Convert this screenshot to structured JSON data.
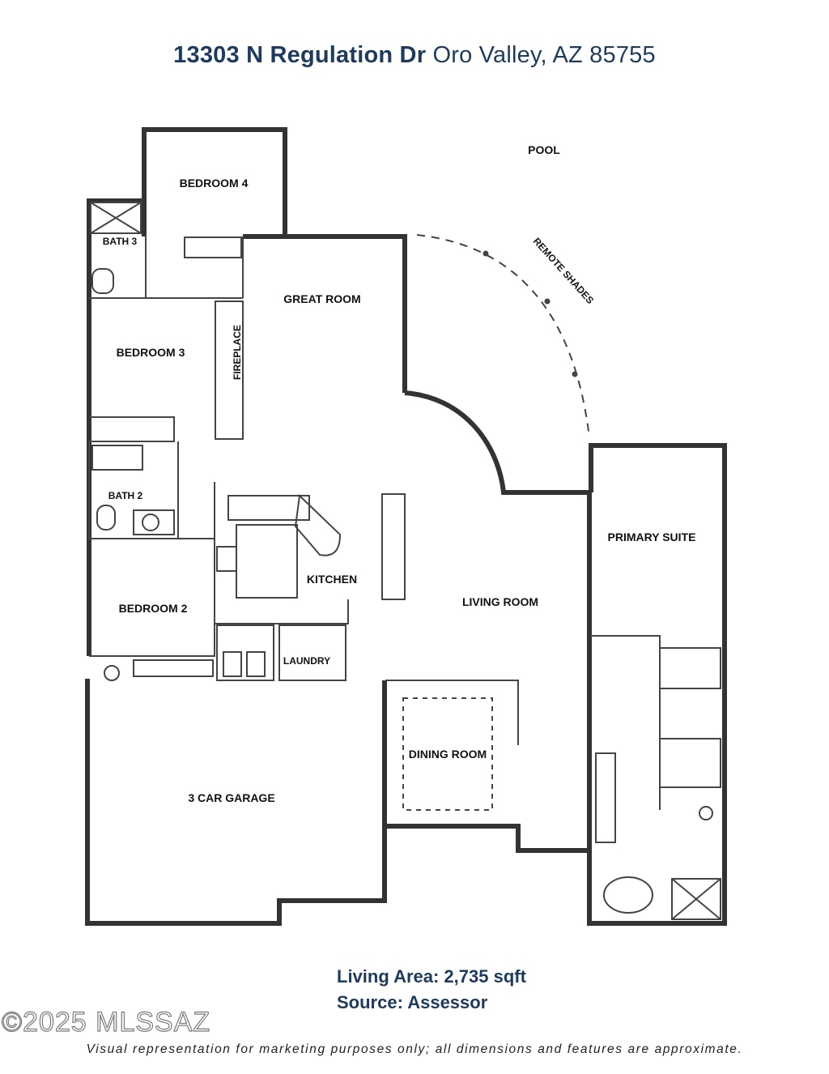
{
  "header": {
    "street": "13303 N Regulation Dr",
    "city": "Oro Valley, AZ 85755"
  },
  "rooms": {
    "pool": "POOL",
    "remote_shades": "REMOTE SHADES",
    "bedroom4": "BEDROOM 4",
    "bath3": "BATH 3",
    "great_room": "GREAT ROOM",
    "bedroom3": "BEDROOM 3",
    "fireplace": "FIREPLACE",
    "bath2": "BATH 2",
    "kitchen": "KITCHEN",
    "living_room": "LIVING ROOM",
    "primary_suite": "PRIMARY SUITE",
    "bedroom2": "BEDROOM 2",
    "laundry": "LAUNDRY",
    "dining_room": "DINING ROOM",
    "garage": "3 CAR GARAGE"
  },
  "info": {
    "living_area": "Living Area: 2,735 sqft",
    "source": "Source: Assessor"
  },
  "watermark": "©2025 MLSSAZ",
  "disclaimer": "Visual representation for marketing purposes only; all dimensions and features are approximate."
}
